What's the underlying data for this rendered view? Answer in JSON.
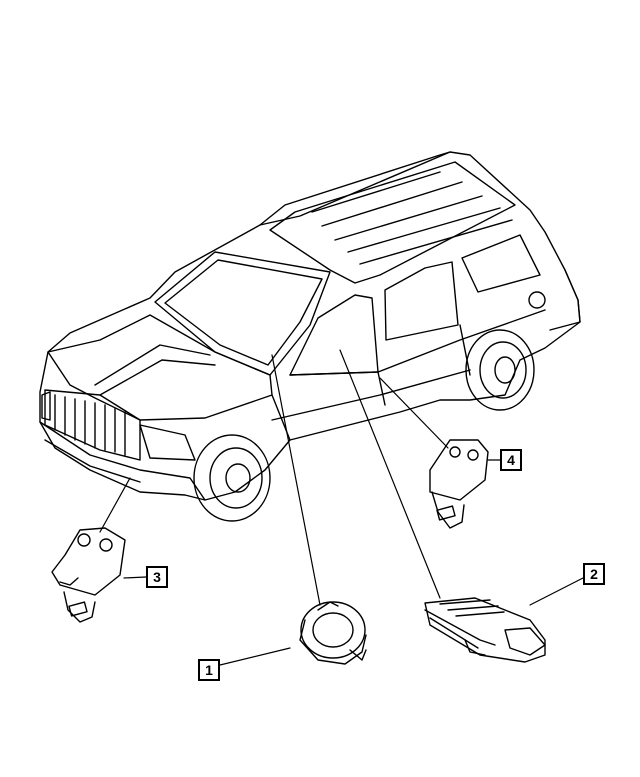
{
  "callouts": [
    {
      "id": "1",
      "part": "clockspring"
    },
    {
      "id": "2",
      "part": "airbag-control-module"
    },
    {
      "id": "3",
      "part": "front-impact-sensor"
    },
    {
      "id": "4",
      "part": "side-impact-sensor"
    }
  ],
  "colors": {
    "line": "#000000",
    "background": "#ffffff"
  }
}
